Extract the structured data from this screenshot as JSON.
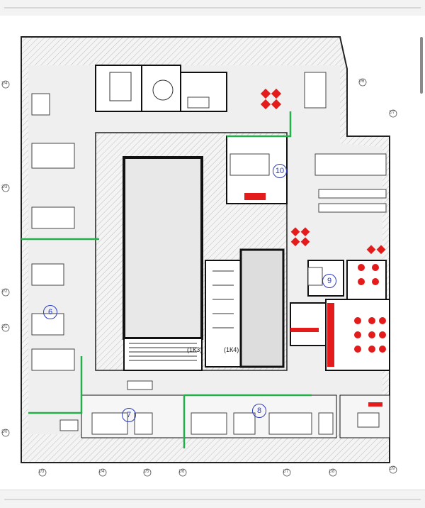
{
  "document": {
    "title": "",
    "zones": [
      {
        "id": "zone-10",
        "number": "10"
      },
      {
        "id": "zone-6",
        "number": "6"
      },
      {
        "id": "zone-7",
        "number": "7"
      },
      {
        "id": "zone-8",
        "number": "8"
      },
      {
        "id": "zone-9",
        "number": "9"
      }
    ],
    "elevators": [
      "(1К3)",
      "(1К4)"
    ],
    "axis_labels": {
      "left": [
        "2/4",
        "2/3",
        "2/2",
        "2/1",
        "2/0"
      ],
      "right": [
        "2/6",
        "2/7"
      ],
      "bottom": [
        "1/3",
        "1/4",
        "1/5",
        "1/6",
        "1/7",
        "1/8",
        "1/9"
      ]
    }
  },
  "colors": {
    "walls": "#1a1a1a",
    "hatch": "#b5b5b5",
    "furniture": "#3a3a3a",
    "red_seating": "#e31b1b",
    "green_partition": "#22b04b",
    "floor": "#ededed"
  }
}
